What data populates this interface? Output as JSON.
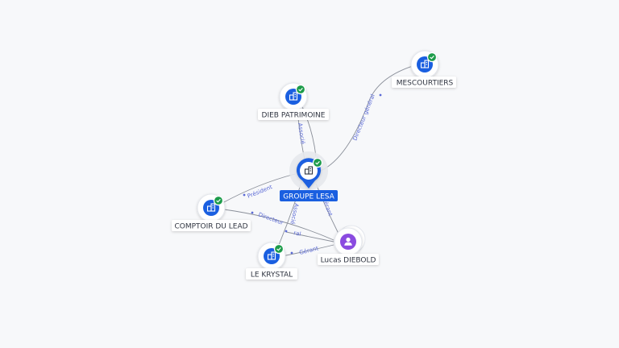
{
  "colors": {
    "background": "#f7f8fa",
    "company_icon": "#1a5fe0",
    "person_icon": "#8a4be0",
    "check_badge": "#1d9c4a",
    "edge": "#8a8f99",
    "edge_label": "#5b6ad6",
    "main_label_bg": "#1a5fe0"
  },
  "nodes": [
    {
      "id": "groupe-lesa",
      "label": "GROUPE LESA",
      "kind": "company",
      "main": true,
      "verified": true,
      "icon": "building-icon"
    },
    {
      "id": "mescourtiers",
      "label": "MESCOURTIERS",
      "kind": "company",
      "verified": true,
      "icon": "building-icon"
    },
    {
      "id": "dieb-patrimoine",
      "label": "DIEB PATRIMOINE",
      "kind": "company",
      "verified": true,
      "icon": "building-icon"
    },
    {
      "id": "comptoir-du-lead",
      "label": "COMPTOIR DU LEAD",
      "kind": "company",
      "verified": true,
      "icon": "building-icon"
    },
    {
      "id": "le-krystal",
      "label": "LE KRYSTAL",
      "kind": "company",
      "verified": true,
      "icon": "building-icon"
    },
    {
      "id": "lucas-diebold",
      "label": "Lucas DIEBOLD",
      "kind": "person",
      "verified": false,
      "icon": "person-icon"
    }
  ],
  "edges": [
    {
      "id": "e-dieb-lesa-1",
      "label": "Associé"
    },
    {
      "id": "e-dieb-lesa-2",
      "label": ""
    },
    {
      "id": "e-lesa-mesc",
      "label": "Directeur général"
    },
    {
      "id": "e-lesa-comptoir",
      "label": "Président"
    },
    {
      "id": "e-lesa-krystal",
      "label": "Associé"
    },
    {
      "id": "e-lucas-lesa",
      "label": "Gérant"
    },
    {
      "id": "e-lucas-comptoir",
      "label": "Directeur"
    },
    {
      "id": "e-lucas-krystal",
      "label": "Gérant"
    },
    {
      "id": "e-lucas-comptoir-2",
      "label": "ral"
    }
  ]
}
